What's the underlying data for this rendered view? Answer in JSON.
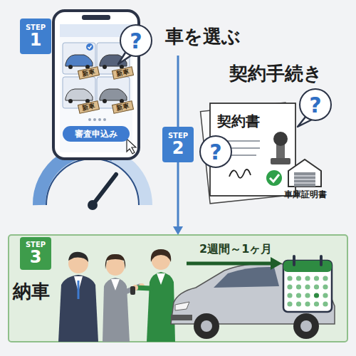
{
  "diagram": {
    "nodes": [
      {
        "text": [
          "STEP",
          "1"
        ]
      },
      {
        "text": [
          "?"
        ]
      },
      {
        "text": [
          "新車"
        ]
      },
      {
        "text": [
          "新車"
        ]
      },
      {
        "text": [
          "新車"
        ]
      },
      {
        "text": [
          "新車"
        ]
      },
      {
        "text": [
          "審査申込み"
        ]
      },
      {
        "text": [
          "STEP",
          "2"
        ]
      },
      {
        "text": [
          "契約書"
        ]
      },
      {
        "text": [
          "?"
        ]
      },
      {
        "text": [
          "?"
        ]
      },
      {
        "text": [
          "車庫証明書"
        ]
      },
      {
        "text": [
          "納車"
        ]
      },
      {
        "text": [
          "STEP",
          "3"
        ],
        "in": 12
      }
    ],
    "edges": [
      {
        "from": 7,
        "to": 12,
        "arrow": "to"
      }
    ],
    "labels": [
      "車を選ぶ",
      "契約手続き",
      "2週間～1ヶ月"
    ]
  }
}
